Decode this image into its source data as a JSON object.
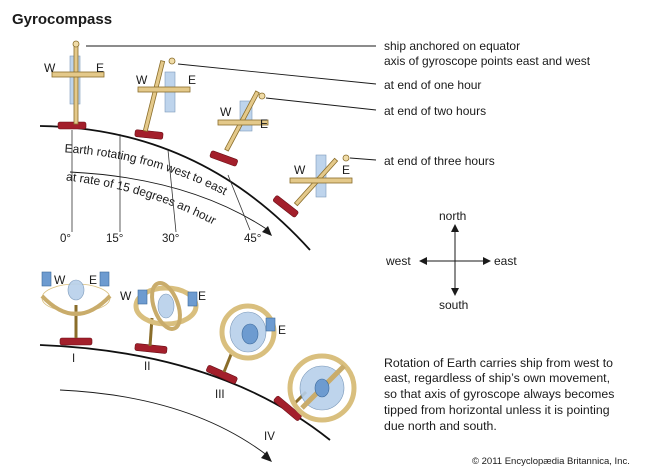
{
  "title": "Gyrocompass",
  "callouts": {
    "line1": "ship anchored on equator",
    "line2": "axis of gyroscope points east and west",
    "hour1": "at end of one hour",
    "hour2": "at end of two hours",
    "hour3": "at end of three hours"
  },
  "gyro_letters": {
    "west": "W",
    "east": "E"
  },
  "earth_text": {
    "rotating": "Earth rotating from west to east",
    "rate": "at rate of 15 degrees an hour"
  },
  "degrees": [
    "0°",
    "15°",
    "30°",
    "45°"
  ],
  "compass": {
    "north": "north",
    "south": "south",
    "west": "west",
    "east": "east"
  },
  "stages": [
    "I",
    "II",
    "III",
    "IV"
  ],
  "description": [
    "Rotation of Earth carries ship from west to",
    "east, regardless of ship’s own movement,",
    "so that axis of gyroscope always becomes",
    "tipped from horizontal unless it is pointing",
    "due north and south."
  ],
  "copyright": "© 2011 Encyclopædia  Britannica, Inc."
}
